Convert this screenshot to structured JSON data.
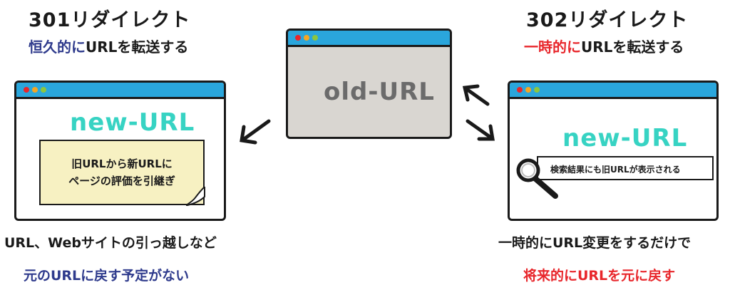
{
  "left": {
    "title": "301リダイレクト",
    "subtitle_highlight": "恒久的に",
    "subtitle_rest": "URLを転送する",
    "window_url": "new-URL",
    "note_line1": "旧URLから新URLに",
    "note_line2": "ページの評価を引継ぎ",
    "bottom_line1": "URL、Webサイトの引っ越しなど",
    "bottom_line2": "元のURLに戻す予定がない"
  },
  "center": {
    "window_url": "old-URL"
  },
  "right": {
    "title": "302リダイレクト",
    "subtitle_highlight": "一時的に",
    "subtitle_rest": "URLを転送する",
    "window_url": "new-URL",
    "search_text": "検索結果にも旧URLが表示される",
    "bottom_line1": "一時的にURL変更をするだけで",
    "bottom_line2": "将来的にURLを元に戻す"
  },
  "colors": {
    "blue": "#2e3a8c",
    "red": "#e8262b",
    "teal": "#37d3c3",
    "titlebar": "#2aa6dc",
    "note": "#f7f1c2",
    "old_window": "#d9d6d1"
  }
}
